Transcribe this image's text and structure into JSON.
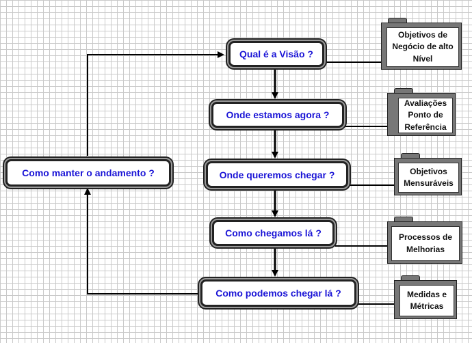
{
  "nodes": {
    "visao": "Qual é a Visão ?",
    "agora": "Onde estamos agora ?",
    "chegar": "Onde queremos chegar ?",
    "como": "Como chegamos lá ?",
    "podemos": "Como podemos chegar lá ?",
    "manter": "Como manter o andamento ?"
  },
  "folders": {
    "objetivos_negocio": "Objetivos de Negócio de alto Nível",
    "avaliacoes": "Avaliações Ponto de Referência",
    "objetivos_mensuraveis": "Objetivos Mensuráveis",
    "processos": "Processos de Melhorias",
    "medidas": "Medidas e Métricas"
  },
  "colors": {
    "node_text": "#1a14d6",
    "folder_fill": "#777777",
    "grid": "#c9c9c9"
  }
}
